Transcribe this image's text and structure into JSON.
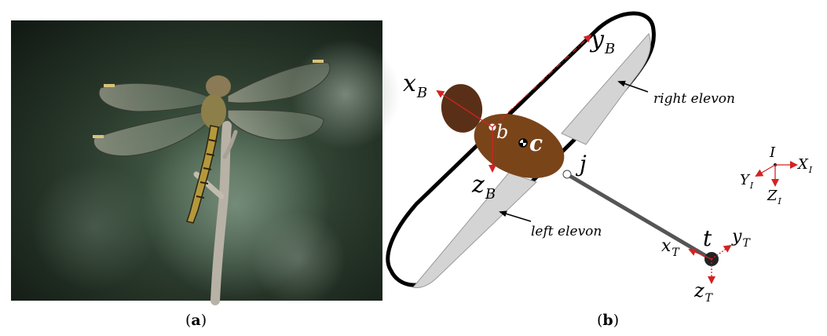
{
  "panel_a": {
    "caption_open": "(",
    "caption_letter": "a",
    "caption_close": ")"
  },
  "panel_b": {
    "caption_open": "(",
    "caption_letter": "b",
    "caption_close": ")",
    "labels": {
      "xB": "x",
      "xB_sub": "B",
      "yB": "y",
      "yB_sub": "B",
      "zB": "z",
      "zB_sub": "B",
      "b": "b",
      "c": "c",
      "j": "j",
      "t": "t",
      "xT": "x",
      "xT_sub": "T",
      "yT": "y",
      "yT_sub": "T",
      "zT": "z",
      "zT_sub": "T",
      "I": "I",
      "XI": "X",
      "XI_sub": "I",
      "YI": "Y",
      "YI_sub": "I",
      "ZI": "Z",
      "ZI_sub": "I",
      "right_elevon": "right elevon",
      "left_elevon": "left elevon"
    },
    "colors": {
      "body_fill": "#7a4419",
      "head_fill": "#5a2f17",
      "axis_red": "#d32222",
      "wing_stroke": "#000000",
      "elevon_fill": "#d4d4d4",
      "tail_rod": "#555555"
    }
  }
}
